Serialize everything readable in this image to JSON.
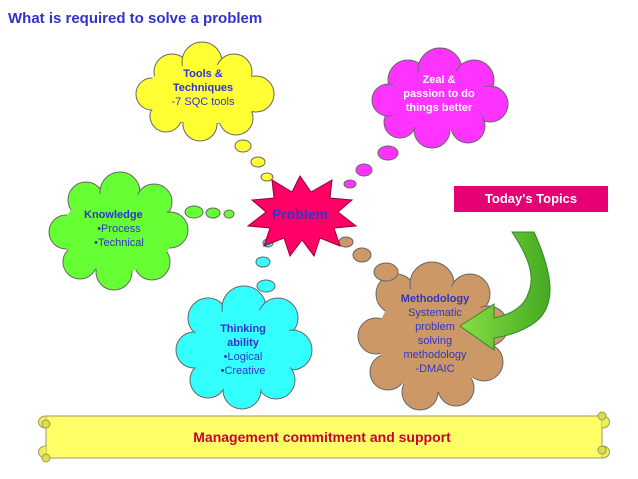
{
  "title": "What is required to solve a problem",
  "center": {
    "label": "Problem"
  },
  "badge": {
    "label": "Today's Topics"
  },
  "tools": {
    "l1": "Tools &",
    "l2": "Techniques",
    "l3": "-7 SQC tools"
  },
  "zeal": {
    "l1": "Zeal &",
    "l2": "passion to do",
    "l3": "things better"
  },
  "knowledge": {
    "heading": "Knowledge",
    "items": [
      "•Process",
      "•Technical"
    ]
  },
  "thinking": {
    "l1": "Thinking",
    "l2": "ability",
    "items": [
      "•Logical",
      "•Creative"
    ]
  },
  "methodology": {
    "heading": "Methodology",
    "lines": [
      "Systematic",
      "problem",
      "solving",
      "methodology",
      "-DMAIC"
    ]
  },
  "footer": {
    "label": "Management commitment and support"
  },
  "colors": {
    "tools": "#ffff33",
    "zeal": "#ff33ff",
    "knowledge": "#66ff33",
    "thinking": "#33ffff",
    "methodology": "#cc9966",
    "problem": "#ff0066",
    "badge": "#e60073",
    "arrow": "#66cc33",
    "scroll": "#ffff66"
  }
}
